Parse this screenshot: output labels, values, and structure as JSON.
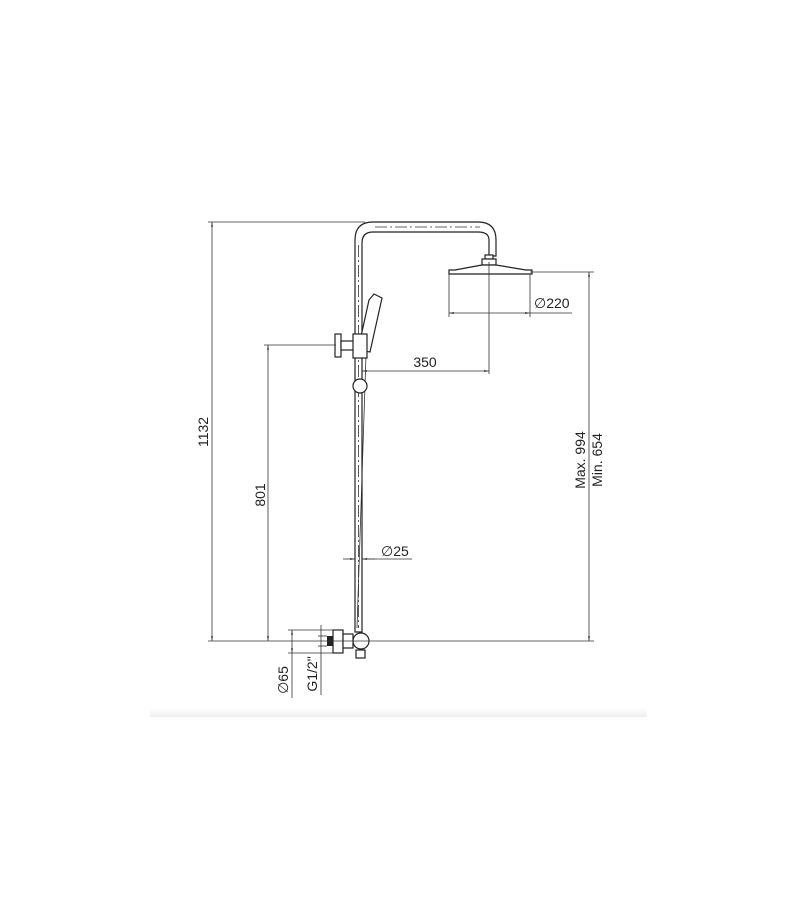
{
  "drawing": {
    "title": "Shower column technical drawing",
    "dimensions": {
      "total_height": "1132",
      "holder_height": "801",
      "arm_projection": "350",
      "head_diameter": "∅220",
      "pipe_diameter": "∅25",
      "head_height_max": "Max. 994",
      "head_height_min": "Min. 654",
      "flange_diameter": "∅65",
      "thread": "G1/2\""
    }
  }
}
